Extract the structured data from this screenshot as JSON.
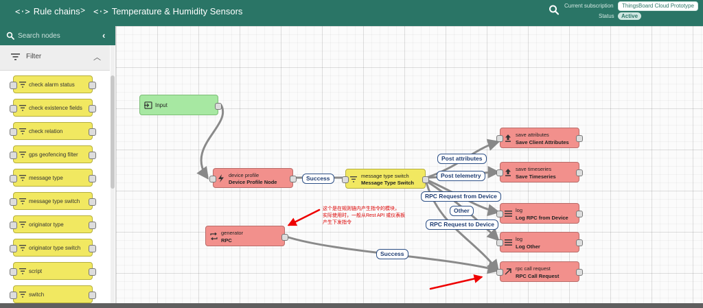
{
  "header": {
    "crumbs": [
      {
        "label": "Rule chains"
      },
      {
        "label": "Temperature & Humidity Sensors"
      }
    ],
    "crumb_separator": ">",
    "subscription_label": "Current subscription",
    "subscription_value": "ThingsBoard Cloud Prototype",
    "status_label": "Status",
    "status_value": "Active"
  },
  "sidebar": {
    "search_placeholder": "Search nodes",
    "section_label": "Filter",
    "items": [
      {
        "label": "check alarm status"
      },
      {
        "label": "check existence fields"
      },
      {
        "label": "check relation"
      },
      {
        "label": "gps geofencing filter"
      },
      {
        "label": "message type"
      },
      {
        "label": "message type switch"
      },
      {
        "label": "originator type"
      },
      {
        "label": "originator type switch"
      },
      {
        "label": "script"
      },
      {
        "label": "switch"
      }
    ]
  },
  "canvas": {
    "nodes": {
      "input": {
        "title": "Input"
      },
      "device_profile": {
        "type": "device profile",
        "name": "Device Profile Node"
      },
      "message_type_switch": {
        "type": "message type switch",
        "name": "Message Type Switch"
      },
      "save_attributes": {
        "type": "save attributes",
        "name": "Save Client Attributes"
      },
      "save_timeseries": {
        "type": "save timeseries",
        "name": "Save Timeseries"
      },
      "log_rpc": {
        "type": "log",
        "name": "Log RPC from Device"
      },
      "log_other": {
        "type": "log",
        "name": "Log Other"
      },
      "generator": {
        "type": "generator",
        "name": "RPC"
      },
      "rpc_call_request": {
        "type": "rpc call request",
        "name": "RPC Call Request"
      }
    },
    "edge_labels": {
      "success_1": "Success",
      "post_attributes": "Post attributes",
      "post_telemetry": "Post telemetry",
      "rpc_from_device": "RPC Request from Device",
      "other": "Other",
      "rpc_to_device": "RPC Request to Device",
      "success_2": "Success"
    },
    "annotation_lines": [
      "这个是在规则链内产生指令的模块，",
      "实际使用时，一般从Rest API 或仪表板",
      "产生下发指令"
    ]
  },
  "colors": {
    "header_bg": "#2a7566",
    "node_red": "#f2908c",
    "node_green": "#a7e8a2",
    "node_yellow": "#f1e861",
    "edge_label_border": "#2c4f86",
    "annotation": "#dd0000"
  },
  "icons": {
    "crumb": "code-brackets-icon",
    "search": "search-icon",
    "filter": "filter-icon",
    "collapse": "chevron-left-icon",
    "section_toggle": "chevron-up-icon"
  }
}
